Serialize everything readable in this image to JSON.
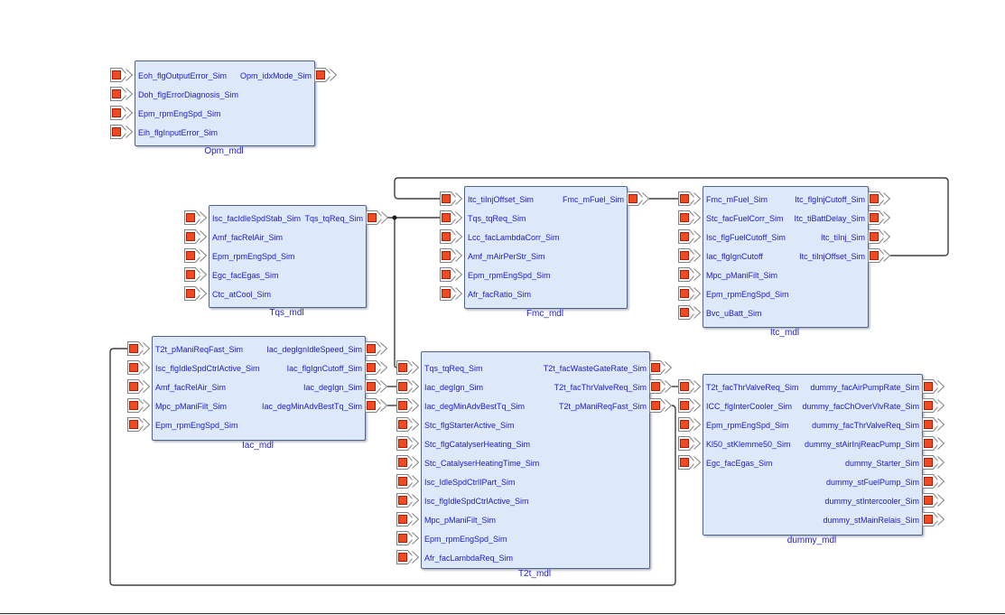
{
  "diagram": {
    "colors": {
      "block_fill": "#dde8f9",
      "block_border": "#51658a",
      "label_text": "#1c1ccd",
      "caption_text": "#1c1ccd",
      "wire": "#3f3f3f",
      "port_square": "#f04a22",
      "port_square_border": "#b01c06",
      "port_outline": "#828282"
    },
    "blocks": [
      {
        "id": "Opm_mdl",
        "caption": "Opm_mdl",
        "inputs": [
          "Eoh_flgOutputError_Sim",
          "Doh_flgErrorDiagnosis_Sim",
          "Epm_rpmEngSpd_Sim",
          "Eih_flgInputError_Sim"
        ],
        "outputs": [
          "Opm_idxMode_Sim"
        ]
      },
      {
        "id": "Tqs_mdl",
        "caption": "Tqs_mdl",
        "inputs": [
          "Isc_facIdleSpdStab_Sim",
          "Amf_facRelAir_Sim",
          "Epm_rpmEngSpd_Sim",
          "Egc_facEgas_Sim",
          "Ctc_atCool_Sim"
        ],
        "outputs": [
          "Tqs_tqReq_Sim"
        ]
      },
      {
        "id": "Fmc_mdl",
        "caption": "Fmc_mdl",
        "inputs": [
          "Itc_tiInjOffset_Sim",
          "Tqs_tqReq_Sim",
          "Lcc_facLambdaCorr_Sim",
          "Amf_mAirPerStr_Sim",
          "Epm_rpmEngSpd_Sim",
          "Afr_facRatio_Sim"
        ],
        "outputs": [
          "Fmc_mFuel_Sim"
        ]
      },
      {
        "id": "Itc_mdl",
        "caption": "Itc_mdl",
        "inputs": [
          "Fmc_mFuel_Sim",
          "Stc_facFuelCorr_Sim",
          "Isc_flgFuelCutoff_Sim",
          "Iac_flgIgnCutoff",
          "Mpc_pManiFilt_Sim",
          "Epm_rpmEngSpd_Sim",
          "Bvc_uBatt_Sim"
        ],
        "outputs": [
          "Itc_flgInjCutoff_Sim",
          "Itc_tiBattDelay_Sim",
          "Itc_tiInj_Sim",
          "Itc_tiInjOffset_Sim"
        ]
      },
      {
        "id": "Iac_mdl",
        "caption": "Iac_mdl",
        "inputs": [
          "T2t_pManiReqFast_Sim",
          "Isc_flgIdleSpdCtrlActive_Sim",
          "Amf_facRelAir_Sim",
          "Mpc_pManiFilt_Sim",
          "Epm_rpmEngSpd_Sim"
        ],
        "outputs": [
          "Iac_degIgnIdleSpeed_Sim",
          "Iac_flgIgnCutoff_Sim",
          "Iac_degIgn_Sim",
          "Iac_degMinAdvBestTq_Sim"
        ]
      },
      {
        "id": "T2t_mdl",
        "caption": "T2t_mdl",
        "inputs": [
          "Tqs_tqReq_Sim",
          "Iac_degIgn_Sim",
          "Iac_degMinAdvBestTq_Sim",
          "Stc_flgStarterActive_Sim",
          "Stc_flgCatalyserHeating_Sim",
          "Stc_CatalyserHeatingTime_Sim",
          "Isc_IdleSpdCtrlIPart_Sim",
          "Isc_flgIdleSpdCtrlActive_Sim",
          "Mpc_pManiFilt_Sim",
          "Epm_rpmEngSpd_Sim",
          "Afr_facLambdaReq_Sim"
        ],
        "outputs": [
          "T2t_facWasteGateRate_Sim",
          "T2t_facThrValveReq_Sim",
          "T2t_pManiReqFast_Sim"
        ]
      },
      {
        "id": "dummy_mdl",
        "caption": "dummy_mdl",
        "inputs": [
          "T2t_facThrValveReq_Sim",
          "ICC_flgInterCooler_Sim",
          "Epm_rpmEngSpd_Sim",
          "Kl50_stKlemme50_Sim",
          "Egc_facEgas_Sim"
        ],
        "outputs": [
          "dummy_facAirPumpRate_Sim",
          "dummy_facChOverVlvRate_Sim",
          "dummy_facThrValveReq_Sim",
          "dummy_stAirInjReacPump_Sim",
          "dummy_Starter_Sim",
          "dummy_stFuelPump_Sim",
          "dummy_stIntercooler_Sim",
          "dummy_stMainRelais_Sim"
        ]
      }
    ]
  }
}
